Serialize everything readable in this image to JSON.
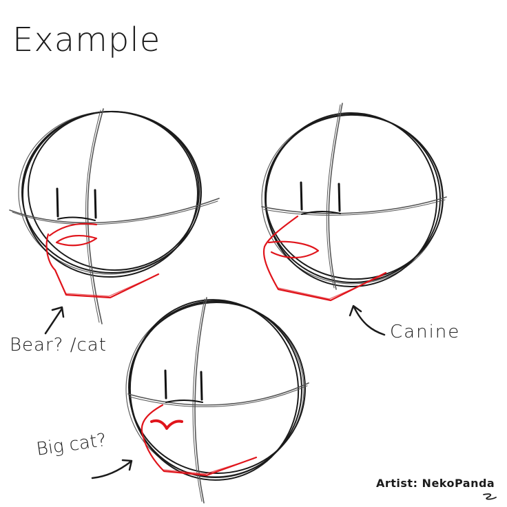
{
  "title": "Example",
  "sketches": [
    {
      "label": "Bear? /cat",
      "muzzle": "bear-cat"
    },
    {
      "label": "Canine",
      "muzzle": "canine"
    },
    {
      "label": "Big cat?",
      "muzzle": "big-cat"
    }
  ],
  "credit": "Artist: NekoPanda",
  "colors": {
    "pencil": "#1b1b1b",
    "construction": "#555555",
    "muzzle": "#e0141b",
    "background": "#ffffff"
  }
}
